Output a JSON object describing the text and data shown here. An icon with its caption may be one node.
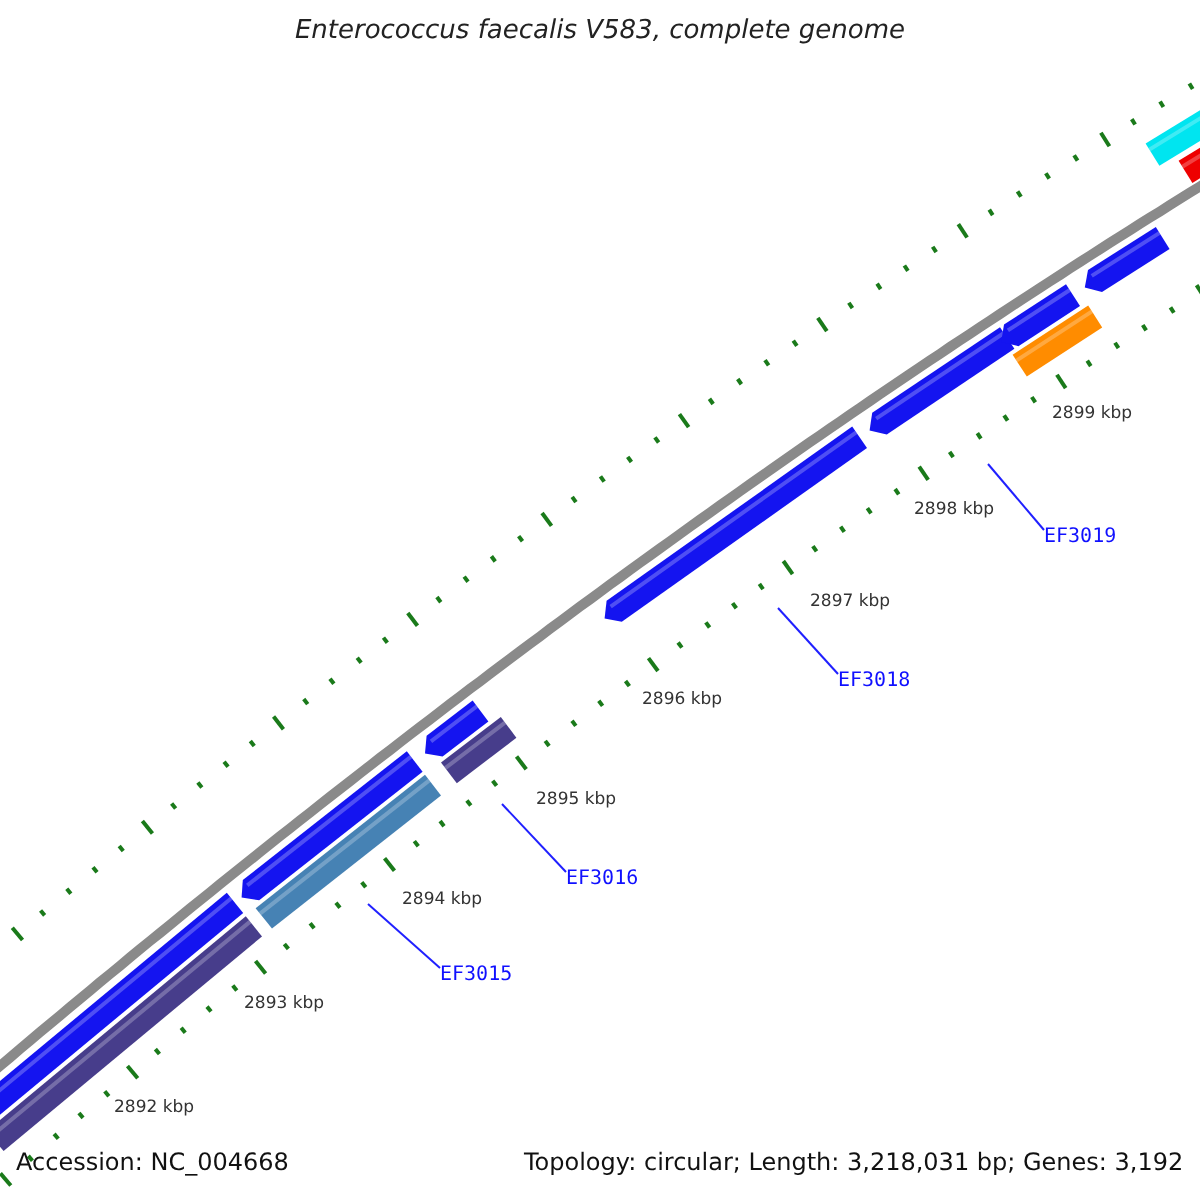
{
  "diagram": {
    "title": "Enterococcus faecalis V583, complete genome",
    "nodes": [
      {
        "text": [
          "EF3019"
        ]
      },
      {
        "text": [
          "EF3018"
        ]
      },
      {
        "text": [
          "EF3016"
        ]
      },
      {
        "text": [
          "EF3015"
        ]
      }
    ],
    "edges": [
      {
        "from": 0,
        "to": null,
        "arrow": "none"
      },
      {
        "from": 1,
        "to": null,
        "arrow": "none"
      },
      {
        "from": 2,
        "to": null,
        "arrow": "none"
      },
      {
        "from": 3,
        "to": null,
        "arrow": "none"
      }
    ],
    "labels": [
      "2899 kbp",
      "2898 kbp",
      "2897 kbp",
      "2896 kbp",
      "2895 kbp",
      "2894 kbp",
      "2893 kbp",
      "2892 kbp",
      "Accession: NC_004668",
      "Topology: circular; Length: 3,218,031 bp; Genes: 3,192"
    ]
  }
}
